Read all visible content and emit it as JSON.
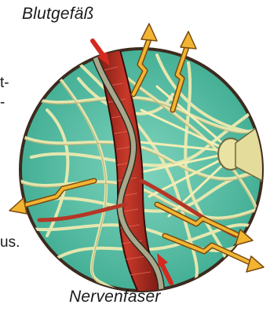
{
  "labels": {
    "blood_vessel": "Blutgefäß",
    "nerve_fiber": "Nervenfaser",
    "cut_text_1": "t-",
    "cut_text_2": "-",
    "cut_text_3": "us."
  },
  "colors": {
    "background": "#ffffff",
    "tissue_fill": "#5cc4a8",
    "fiber": "#e7e4a6",
    "vessel": "#b82e20",
    "nerve": "#9a9a7a",
    "arrow": "#f0b030",
    "pointer": "#d42a20",
    "outline": "#222222"
  }
}
